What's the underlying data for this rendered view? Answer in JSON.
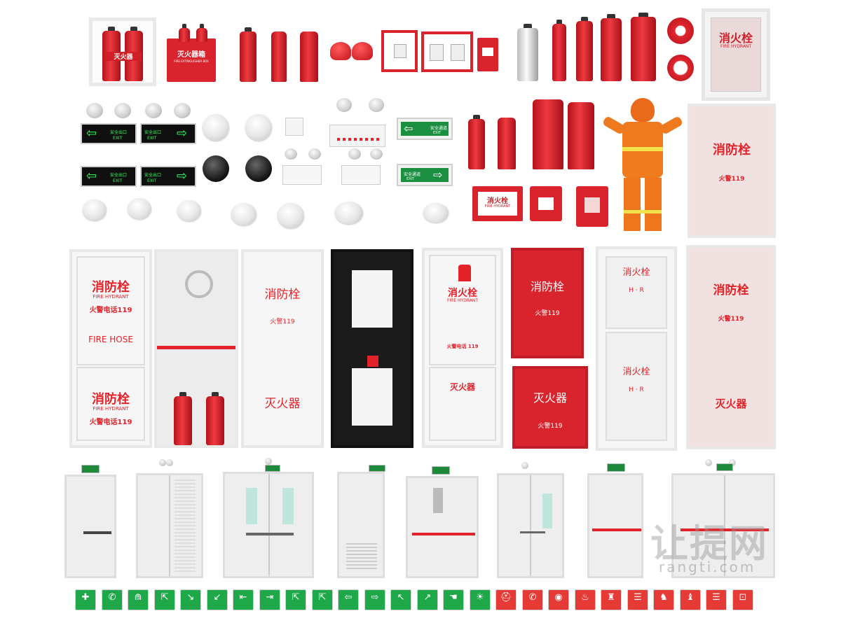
{
  "top_row": {
    "extinguisher_cabinet_label": "灭火器",
    "extinguisher_box_label": "灭火器箱",
    "extinguisher_box_sublabel": "FIRE EXTINGUISHER BOX",
    "hydrant_cabinet_label": "消火栓",
    "hydrant_cabinet_sublabel": "FIRE HYDRANT"
  },
  "mid_signs": {
    "exit_text": "安全出口",
    "exit_en": "EXIT",
    "evac_text": "安全通道",
    "evac_en": "EXIT"
  },
  "small_panels": {
    "hydrant_panel_label": "消火栓",
    "hydrant_panel_sublabel": "FIRE HYDRANT",
    "big_cabinet_label": "消防栓",
    "big_cabinet_phone": "火警119"
  },
  "cabinets": {
    "c1_top_title": "消防栓",
    "c1_top_en": "FIRE HYDRANT",
    "c1_top_phone": "火警电话119",
    "c1_mid": "FIRE HOSE",
    "c1_bot_title": "消防栓",
    "c1_bot_en": "FIRE HYDRANT",
    "c1_bot_phone": "火警电话119",
    "c3_title": "消防栓",
    "c3_phone": "火警119",
    "c3_bottom": "灭火器",
    "c5_title": "消火栓",
    "c5_en": "FIRE HYDRANT",
    "c5_phone": "火警电话 119",
    "c5_bottom": "灭火器",
    "c6_title": "消防栓",
    "c6_phone": "火警119",
    "c6b_title": "灭火器",
    "c6b_phone": "火警119",
    "c7_title": "消火栓",
    "c7_hr": "H · R",
    "c7b_title": "消火栓",
    "c7b_hr": "H · R",
    "c8_title": "消防栓",
    "c8_phone": "火警119",
    "c8_bottom": "灭火器"
  },
  "watermark": {
    "logo": "让提网",
    "url": "rangti.com"
  },
  "colors": {
    "fire_red": "#e3232a",
    "cabinet_white": "#f6f6f6",
    "sign_green": "#1ea84a",
    "sign_red": "#e53a35"
  },
  "bottom_signs": {
    "green_glyphs": [
      "✚",
      "✆",
      "⋒",
      "⇱",
      "↘",
      "↙",
      "⇤",
      "⇥",
      "⇱",
      "⇱",
      "⇦",
      "⇨",
      "↖",
      "↗",
      "☚",
      "☀"
    ],
    "red_glyphs": [
      "⛑",
      "✆",
      "◉",
      "♨",
      "♜",
      "☰",
      "♞",
      "♝",
      "☰",
      "⊡"
    ]
  }
}
